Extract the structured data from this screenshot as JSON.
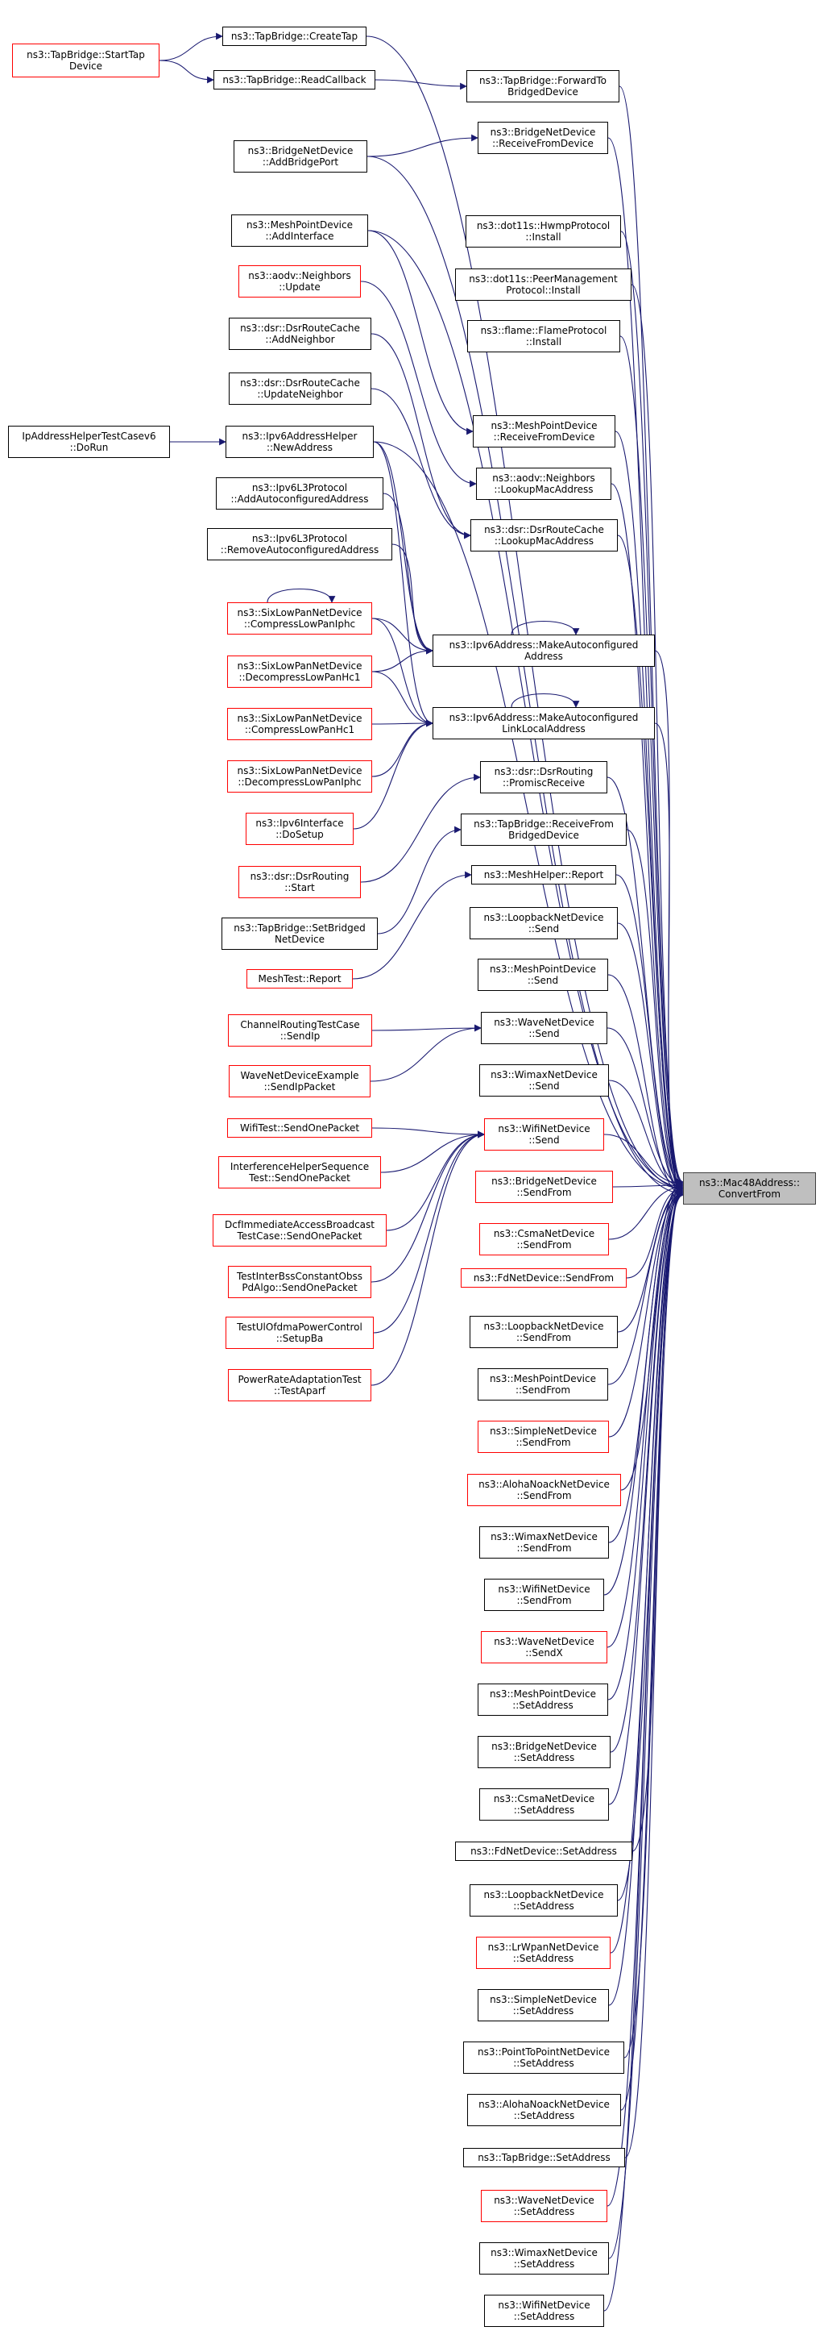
{
  "target": {
    "name": "ns3::Mac48Address::ConvertFrom",
    "lines": [
      "ns3::Mac48Address::",
      "ConvertFrom"
    ]
  },
  "colors": {
    "edge": "#191970",
    "target_fill": "#bfbfbf",
    "caller_border": "#000000",
    "truncated_border": "#ff0000"
  },
  "nodes": {
    "n_starttap": {
      "lines": [
        "ns3::TapBridge::StartTap",
        "Device"
      ],
      "truncated": true
    },
    "n_createtap": {
      "lines": [
        "ns3::TapBridge::CreateTap"
      ],
      "truncated": false
    },
    "n_readcb": {
      "lines": [
        "ns3::TapBridge::ReadCallback"
      ],
      "truncated": false
    },
    "n_fwdbridged": {
      "lines": [
        "ns3::TapBridge::ForwardTo",
        "BridgedDevice"
      ],
      "truncated": false
    },
    "n_bridgeaddport": {
      "lines": [
        "ns3::BridgeNetDevice",
        "::AddBridgePort"
      ],
      "truncated": false
    },
    "n_bridgerecv": {
      "lines": [
        "ns3::BridgeNetDevice",
        "::ReceiveFromDevice"
      ],
      "truncated": false
    },
    "n_meshaddif": {
      "lines": [
        "ns3::MeshPointDevice",
        "::AddInterface"
      ],
      "truncated": false
    },
    "n_hwmp": {
      "lines": [
        "ns3::dot11s::HwmpProtocol",
        "::Install"
      ],
      "truncated": false
    },
    "n_aodvupdate": {
      "lines": [
        "ns3::aodv::Neighbors",
        "::Update"
      ],
      "truncated": true
    },
    "n_peermgmt": {
      "lines": [
        "ns3::dot11s::PeerManagement",
        "Protocol::Install"
      ],
      "truncated": false
    },
    "n_dsraddnb": {
      "lines": [
        "ns3::dsr::DsrRouteCache",
        "::AddNeighbor"
      ],
      "truncated": false
    },
    "n_flame": {
      "lines": [
        "ns3::flame::FlameProtocol",
        "::Install"
      ],
      "truncated": false
    },
    "n_dsrupdnb": {
      "lines": [
        "ns3::dsr::DsrRouteCache",
        "::UpdateNeighbor"
      ],
      "truncated": false
    },
    "n_meshrecv": {
      "lines": [
        "ns3::MeshPointDevice",
        "::ReceiveFromDevice"
      ],
      "truncated": false
    },
    "n_iptest": {
      "lines": [
        "IpAddressHelperTestCasev6",
        "::DoRun"
      ],
      "truncated": false
    },
    "n_ipv6helper": {
      "lines": [
        "ns3::Ipv6AddressHelper",
        "::NewAddress"
      ],
      "truncated": false
    },
    "n_aodvlookup": {
      "lines": [
        "ns3::aodv::Neighbors",
        "::LookupMacAddress"
      ],
      "truncated": false
    },
    "n_l3add": {
      "lines": [
        "ns3::Ipv6L3Protocol",
        "::AddAutoconfiguredAddress"
      ],
      "truncated": false
    },
    "n_dsrlookup": {
      "lines": [
        "ns3::dsr::DsrRouteCache",
        "::LookupMacAddress"
      ],
      "truncated": false
    },
    "n_l3remove": {
      "lines": [
        "ns3::Ipv6L3Protocol",
        "::RemoveAutoconfiguredAddress"
      ],
      "truncated": false
    },
    "n_sixcompiphc": {
      "lines": [
        "ns3::SixLowPanNetDevice",
        "::CompressLowPanIphc"
      ],
      "truncated": true
    },
    "n_makeauto": {
      "lines": [
        "ns3::Ipv6Address::MakeAutoconfigured",
        "Address"
      ],
      "truncated": false
    },
    "n_sixdechc1": {
      "lines": [
        "ns3::SixLowPanNetDevice",
        "::DecompressLowPanHc1"
      ],
      "truncated": true
    },
    "n_makelink": {
      "lines": [
        "ns3::Ipv6Address::MakeAutoconfigured",
        "LinkLocalAddress"
      ],
      "truncated": false
    },
    "n_sixcomphc1": {
      "lines": [
        "ns3::SixLowPanNetDevice",
        "::CompressLowPanHc1"
      ],
      "truncated": true
    },
    "n_sixdeciphc": {
      "lines": [
        "ns3::SixLowPanNetDevice",
        "::DecompressLowPanIphc"
      ],
      "truncated": true
    },
    "n_dsrpromisc": {
      "lines": [
        "ns3::dsr::DsrRouting",
        "::PromiscReceive"
      ],
      "truncated": false
    },
    "n_ipv6if": {
      "lines": [
        "ns3::Ipv6Interface",
        "::DoSetup"
      ],
      "truncated": true
    },
    "n_taprecvbr": {
      "lines": [
        "ns3::TapBridge::ReceiveFrom",
        "BridgedDevice"
      ],
      "truncated": false
    },
    "n_dsrstart": {
      "lines": [
        "ns3::dsr::DsrRouting",
        "::Start"
      ],
      "truncated": true
    },
    "n_meshreport": {
      "lines": [
        "ns3::MeshHelper::Report"
      ],
      "truncated": false
    },
    "n_tapsetbr": {
      "lines": [
        "ns3::TapBridge::SetBridged",
        "NetDevice"
      ],
      "truncated": false
    },
    "n_loopsend": {
      "lines": [
        "ns3::LoopbackNetDevice",
        "::Send"
      ],
      "truncated": false
    },
    "n_meshtestreport": {
      "lines": [
        "MeshTest::Report"
      ],
      "truncated": true
    },
    "n_meshsend": {
      "lines": [
        "ns3::MeshPointDevice",
        "::Send"
      ],
      "truncated": false
    },
    "n_chanrouting": {
      "lines": [
        "ChannelRoutingTestCase",
        "::SendIp"
      ],
      "truncated": true
    },
    "n_wavesend": {
      "lines": [
        "ns3::WaveNetDevice",
        "::Send"
      ],
      "truncated": false
    },
    "n_waveexample": {
      "lines": [
        "WaveNetDeviceExample",
        "::SendIpPacket"
      ],
      "truncated": true
    },
    "n_wimaxsend": {
      "lines": [
        "ns3::WimaxNetDevice",
        "::Send"
      ],
      "truncated": false
    },
    "n_wifitestsend": {
      "lines": [
        "WifiTest::SendOnePacket"
      ],
      "truncated": true
    },
    "n_wifisend": {
      "lines": [
        "ns3::WifiNetDevice",
        "::Send"
      ],
      "truncated": true
    },
    "n_interference": {
      "lines": [
        "InterferenceHelperSequence",
        "Test::SendOnePacket"
      ],
      "truncated": true
    },
    "n_bridgesendfrom": {
      "lines": [
        "ns3::BridgeNetDevice",
        "::SendFrom"
      ],
      "truncated": true
    },
    "n_dcfimmediate": {
      "lines": [
        "DcfImmediateAccessBroadcast",
        "TestCase::SendOnePacket"
      ],
      "truncated": true
    },
    "n_csmasendfrom": {
      "lines": [
        "ns3::CsmaNetDevice",
        "::SendFrom"
      ],
      "truncated": true
    },
    "n_fdsendfrom": {
      "lines": [
        "ns3::FdNetDevice::SendFrom"
      ],
      "truncated": true
    },
    "n_interbss": {
      "lines": [
        "TestInterBssConstantObss",
        "PdAlgo::SendOnePacket"
      ],
      "truncated": true
    },
    "n_loopsendfrom": {
      "lines": [
        "ns3::LoopbackNetDevice",
        "::SendFrom"
      ],
      "truncated": false
    },
    "n_testul": {
      "lines": [
        "TestUlOfdmaPowerControl",
        "::SetupBa"
      ],
      "truncated": true
    },
    "n_meshsendfrom": {
      "lines": [
        "ns3::MeshPointDevice",
        "::SendFrom"
      ],
      "truncated": false
    },
    "n_powerrate": {
      "lines": [
        "PowerRateAdaptationTest",
        "::TestAparf"
      ],
      "truncated": true
    },
    "n_simplesendfrom": {
      "lines": [
        "ns3::SimpleNetDevice",
        "::SendFrom"
      ],
      "truncated": true
    },
    "n_alohasendfrom": {
      "lines": [
        "ns3::AlohaNoackNetDevice",
        "::SendFrom"
      ],
      "truncated": true
    },
    "n_wimaxsendfrom": {
      "lines": [
        "ns3::WimaxNetDevice",
        "::SendFrom"
      ],
      "truncated": false
    },
    "n_wifisendfrom": {
      "lines": [
        "ns3::WifiNetDevice",
        "::SendFrom"
      ],
      "truncated": false
    },
    "n_wavesendx": {
      "lines": [
        "ns3::WaveNetDevice",
        "::SendX"
      ],
      "truncated": true
    },
    "n_meshsetaddr": {
      "lines": [
        "ns3::MeshPointDevice",
        "::SetAddress"
      ],
      "truncated": false
    },
    "n_bridgesetaddr": {
      "lines": [
        "ns3::BridgeNetDevice",
        "::SetAddress"
      ],
      "truncated": false
    },
    "n_csmasetaddr": {
      "lines": [
        "ns3::CsmaNetDevice",
        "::SetAddress"
      ],
      "truncated": false
    },
    "n_fdsetaddr": {
      "lines": [
        "ns3::FdNetDevice::SetAddress"
      ],
      "truncated": false
    },
    "n_loopsetaddr": {
      "lines": [
        "ns3::LoopbackNetDevice",
        "::SetAddress"
      ],
      "truncated": false
    },
    "n_lrwpansetaddr": {
      "lines": [
        "ns3::LrWpanNetDevice",
        "::SetAddress"
      ],
      "truncated": true
    },
    "n_simplesetaddr": {
      "lines": [
        "ns3::SimpleNetDevice",
        "::SetAddress"
      ],
      "truncated": false
    },
    "n_p2psetaddr": {
      "lines": [
        "ns3::PointToPointNetDevice",
        "::SetAddress"
      ],
      "truncated": false
    },
    "n_alohasetaddr": {
      "lines": [
        "ns3::AlohaNoackNetDevice",
        "::SetAddress"
      ],
      "truncated": false
    },
    "n_tapsetaddr": {
      "lines": [
        "ns3::TapBridge::SetAddress"
      ],
      "truncated": false
    },
    "n_wavesetaddr": {
      "lines": [
        "ns3::WaveNetDevice",
        "::SetAddress"
      ],
      "truncated": true
    },
    "n_wimaxsetaddr": {
      "lines": [
        "ns3::WimaxNetDevice",
        "::SetAddress"
      ],
      "truncated": false
    },
    "n_wifisetaddr": {
      "lines": [
        "ns3::WifiNetDevice",
        "::SetAddress"
      ],
      "truncated": false
    }
  },
  "edges": [
    [
      "n_starttap",
      "n_createtap"
    ],
    [
      "n_starttap",
      "n_readcb"
    ],
    [
      "n_readcb",
      "n_fwdbridged"
    ],
    [
      "n_bridgeaddport",
      "n_bridgerecv"
    ],
    [
      "n_createtap",
      "target"
    ],
    [
      "n_fwdbridged",
      "target"
    ],
    [
      "n_bridgerecv",
      "target"
    ],
    [
      "n_bridgeaddport",
      "target"
    ],
    [
      "n_hwmp",
      "target"
    ],
    [
      "n_peermgmt",
      "target"
    ],
    [
      "n_flame",
      "target"
    ],
    [
      "n_meshaddif",
      "n_meshrecv"
    ],
    [
      "n_meshaddif",
      "target"
    ],
    [
      "n_aodvupdate",
      "n_aodvlookup"
    ],
    [
      "n_dsraddnb",
      "n_dsrlookup"
    ],
    [
      "n_dsrupdnb",
      "n_dsrlookup"
    ],
    [
      "n_meshrecv",
      "target"
    ],
    [
      "n_aodvlookup",
      "target"
    ],
    [
      "n_dsrlookup",
      "target"
    ],
    [
      "n_iptest",
      "n_ipv6helper"
    ],
    [
      "n_ipv6helper",
      "n_makeauto"
    ],
    [
      "n_ipv6helper",
      "n_makelink"
    ],
    [
      "n_ipv6helper",
      "target"
    ],
    [
      "n_l3add",
      "n_makeauto"
    ],
    [
      "n_l3remove",
      "n_makeauto"
    ],
    [
      "n_sixcompiphc",
      "n_sixcompiphc"
    ],
    [
      "n_sixcompiphc",
      "n_makeauto"
    ],
    [
      "n_sixcompiphc",
      "n_makelink"
    ],
    [
      "n_sixdechc1",
      "n_makeauto"
    ],
    [
      "n_sixdechc1",
      "n_makelink"
    ],
    [
      "n_sixcomphc1",
      "n_makelink"
    ],
    [
      "n_sixdeciphc",
      "n_makelink"
    ],
    [
      "n_ipv6if",
      "n_makelink"
    ],
    [
      "n_makeauto",
      "n_makeauto"
    ],
    [
      "n_makelink",
      "n_makelink"
    ],
    [
      "n_makeauto",
      "target"
    ],
    [
      "n_makelink",
      "target"
    ],
    [
      "n_dsrstart",
      "n_dsrpromisc"
    ],
    [
      "n_dsrpromisc",
      "target"
    ],
    [
      "n_tapsetbr",
      "n_taprecvbr"
    ],
    [
      "n_taprecvbr",
      "target"
    ],
    [
      "n_meshtestreport",
      "n_meshreport"
    ],
    [
      "n_meshreport",
      "target"
    ],
    [
      "n_loopsend",
      "target"
    ],
    [
      "n_meshsend",
      "target"
    ],
    [
      "n_chanrouting",
      "n_wavesend"
    ],
    [
      "n_waveexample",
      "n_wavesend"
    ],
    [
      "n_wavesend",
      "target"
    ],
    [
      "n_wimaxsend",
      "target"
    ],
    [
      "n_wifitestsend",
      "n_wifisend"
    ],
    [
      "n_interference",
      "n_wifisend"
    ],
    [
      "n_dcfimmediate",
      "n_wifisend"
    ],
    [
      "n_interbss",
      "n_wifisend"
    ],
    [
      "n_testul",
      "n_wifisend"
    ],
    [
      "n_powerrate",
      "n_wifisend"
    ],
    [
      "n_wifisend",
      "target"
    ],
    [
      "n_bridgesendfrom",
      "target"
    ],
    [
      "n_csmasendfrom",
      "target"
    ],
    [
      "n_fdsendfrom",
      "target"
    ],
    [
      "n_loopsendfrom",
      "target"
    ],
    [
      "n_meshsendfrom",
      "target"
    ],
    [
      "n_simplesendfrom",
      "target"
    ],
    [
      "n_alohasendfrom",
      "target"
    ],
    [
      "n_wimaxsendfrom",
      "target"
    ],
    [
      "n_wifisendfrom",
      "target"
    ],
    [
      "n_wavesendx",
      "target"
    ],
    [
      "n_meshsetaddr",
      "target"
    ],
    [
      "n_bridgesetaddr",
      "target"
    ],
    [
      "n_csmasetaddr",
      "target"
    ],
    [
      "n_fdsetaddr",
      "target"
    ],
    [
      "n_loopsetaddr",
      "target"
    ],
    [
      "n_lrwpansetaddr",
      "target"
    ],
    [
      "n_simplesetaddr",
      "target"
    ],
    [
      "n_p2psetaddr",
      "target"
    ],
    [
      "n_alohasetaddr",
      "target"
    ],
    [
      "n_tapsetaddr",
      "target"
    ],
    [
      "n_wavesetaddr",
      "target"
    ],
    [
      "n_wimaxsetaddr",
      "target"
    ],
    [
      "n_wifisetaddr",
      "target"
    ]
  ]
}
